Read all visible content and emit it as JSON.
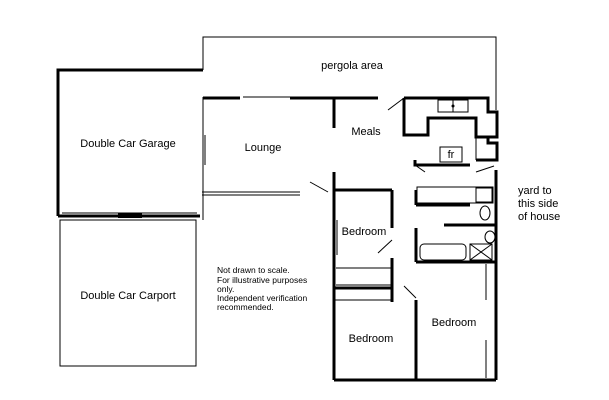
{
  "rooms": {
    "pergola": "pergola area",
    "garage": "Double Car Garage",
    "lounge": "Lounge",
    "meals": "Meals",
    "bedroom_1": "Bedroom",
    "bedroom_2": "Bedroom",
    "bedroom_3": "Bedroom",
    "carport": "Double Car Carport",
    "fridge": "fr"
  },
  "yard_note": [
    "yard to",
    "this side",
    "of house"
  ],
  "disclaimer": [
    "Not drawn to scale.",
    "For illustrative purposes",
    "only.",
    "Independent verification",
    "recommended."
  ]
}
